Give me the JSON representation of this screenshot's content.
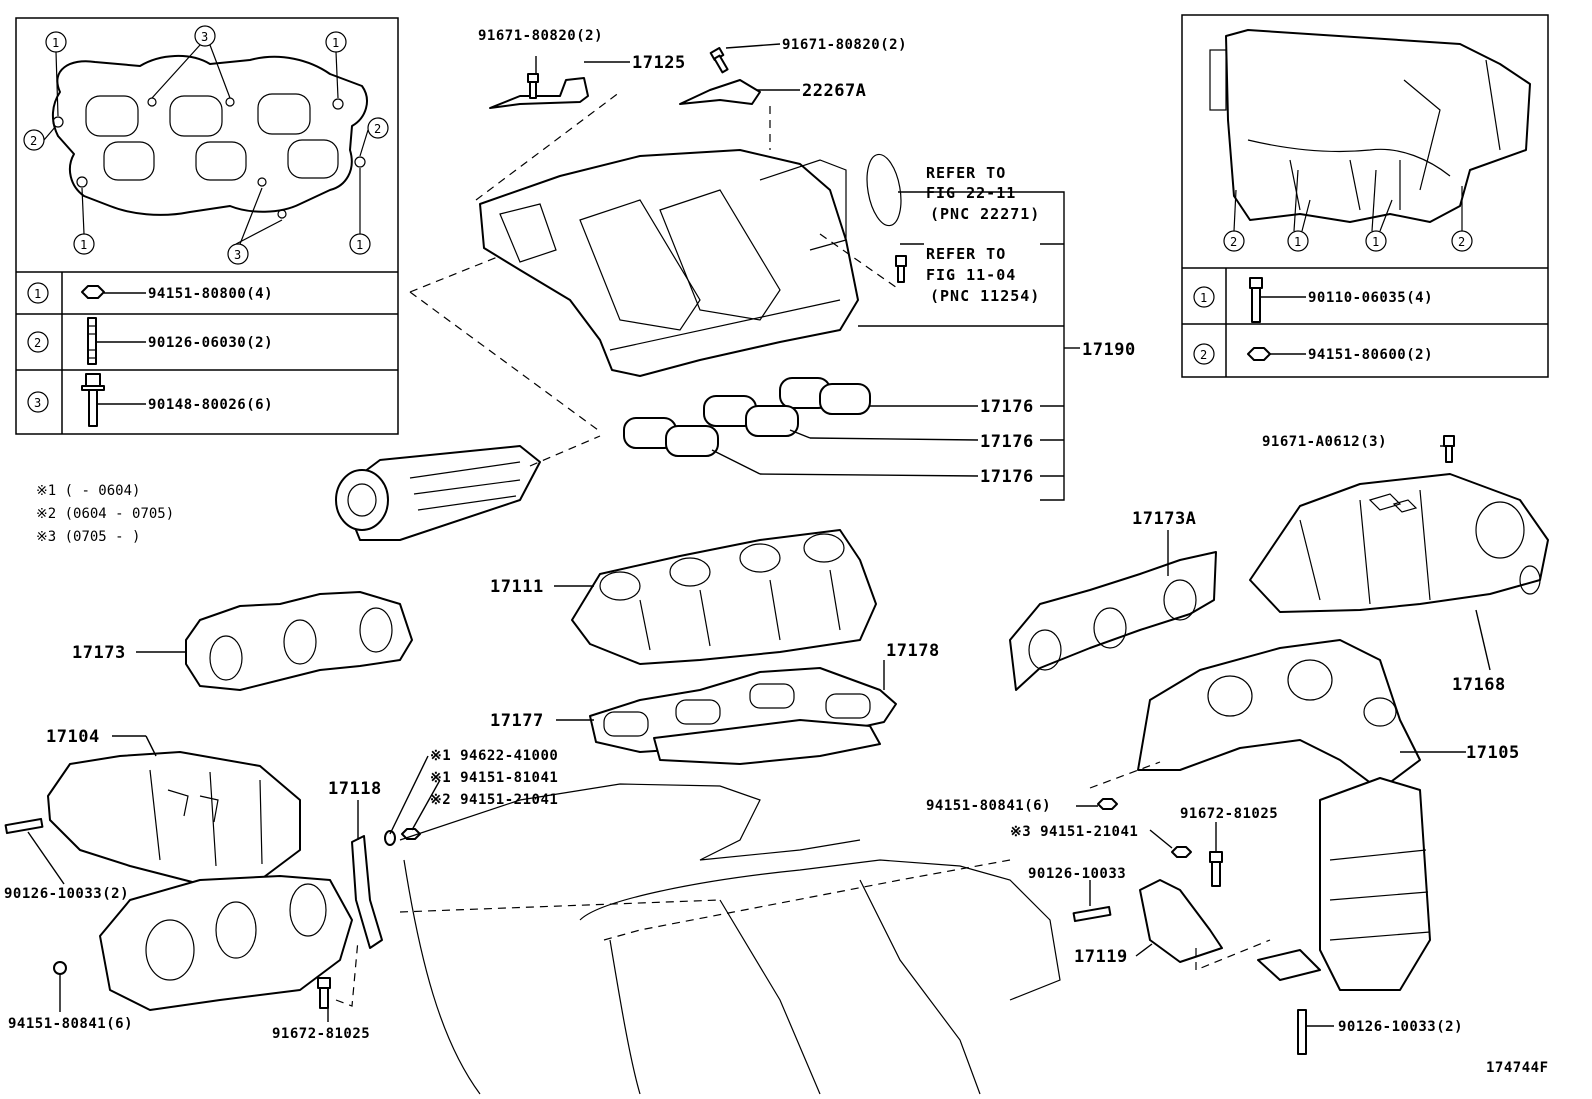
{
  "legend_left": {
    "callouts": [
      "1",
      "2",
      "3"
    ],
    "rows": [
      {
        "key": "1",
        "part": "94151-80800(4)"
      },
      {
        "key": "2",
        "part": "90126-06030(2)"
      },
      {
        "key": "3",
        "part": "90148-80026(6)"
      }
    ]
  },
  "legend_right": {
    "callouts": [
      "1",
      "2"
    ],
    "rows": [
      {
        "key": "1",
        "part": "90110-06035(4)"
      },
      {
        "key": "2",
        "part": "94151-80600(2)"
      }
    ]
  },
  "notes": [
    "※1 (    - 0604)",
    "※2 (0604 - 0705)",
    "※3 (0705 -     )"
  ],
  "refer": {
    "a_line1": "REFER TO",
    "a_line2": "FIG 22-11",
    "a_line3": "(PNC 22271)",
    "b_line1": "REFER TO",
    "b_line2": "FIG 11-04",
    "b_line3": "(PNC 11254)"
  },
  "labels": {
    "p91671_80820_a": "91671-80820(2)",
    "p91671_80820_b": "91671-80820(2)",
    "p17125": "17125",
    "p22267A": "22267A",
    "p17190": "17190",
    "p17176_a": "17176",
    "p17176_b": "17176",
    "p17176_c": "17176",
    "p91671_A0612": "91671-A0612(3)",
    "p17173A": "17173A",
    "p17168": "17168",
    "p17111": "17111",
    "p17173": "17173",
    "p17178": "17178",
    "p17177": "17177",
    "p17104": "17104",
    "p17118": "17118",
    "p94622_41000": "※1 94622-41000",
    "p94151_81041": "※1 94151-81041",
    "p94151_21041": "※2 94151-21041",
    "p17105": "17105",
    "p94151_80841_r": "94151-80841(6)",
    "p94151_21041_r": "※3 94151-21041",
    "p91672_81025_r": "91672-81025",
    "p90126_10033_m": "90126-10033",
    "p17119": "17119",
    "p90126_10033_l": "90126-10033(2)",
    "p94151_80841_l": "94151-80841(6)",
    "p91672_81025_l": "91672-81025",
    "p90126_10033_r": "90126-10033(2)",
    "fig_id": "174744F"
  }
}
